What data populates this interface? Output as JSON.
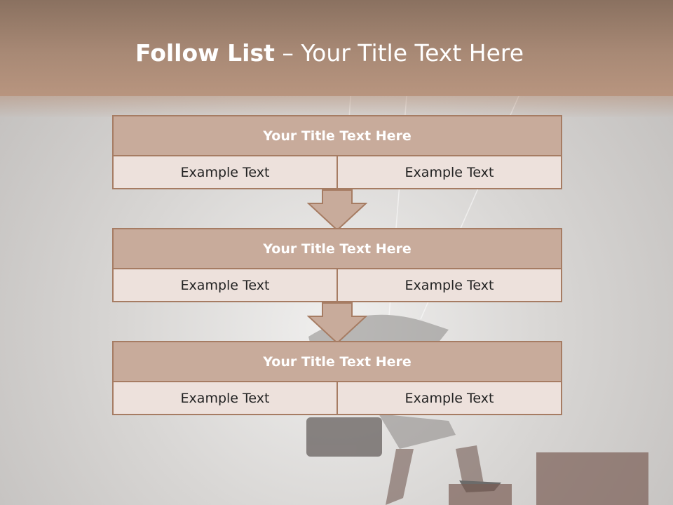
{
  "slide": {
    "title_bold": "Follow List",
    "title_rest": " – Your Title Text Here"
  },
  "blocks": [
    {
      "title": "Your Title Text Here",
      "left": "Example Text",
      "right": "Example Text"
    },
    {
      "title": "Your Title Text Here",
      "left": "Example Text",
      "right": "Example Text"
    },
    {
      "title": "Your Title Text Here",
      "left": "Example Text",
      "right": "Example Text"
    }
  ],
  "colors": {
    "header": "#a88975",
    "block_title": "#c8ab9b",
    "cell": "#ede1dc",
    "border": "#a67c63"
  }
}
